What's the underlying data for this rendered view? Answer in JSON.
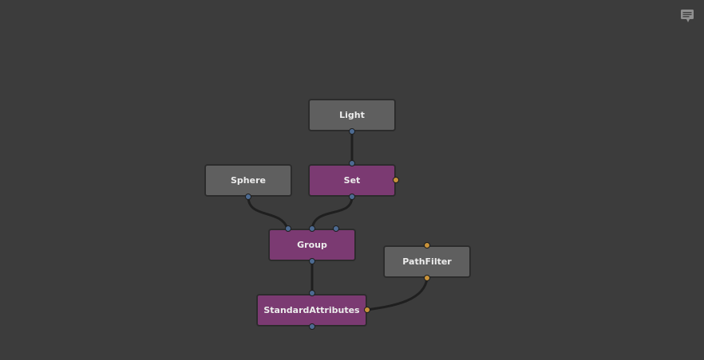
{
  "graph": {
    "nodes": {
      "light": {
        "label": "Light"
      },
      "sphere": {
        "label": "Sphere"
      },
      "set": {
        "label": "Set"
      },
      "group": {
        "label": "Group"
      },
      "pathfilter": {
        "label": "PathFilter"
      },
      "standardattributes": {
        "label": "StandardAttributes"
      }
    }
  },
  "icons": {
    "toolbar": "comment-icon"
  },
  "colors": {
    "background": "#3c3c3c",
    "node_gray": "#5f5f5f",
    "node_purple": "#7b3a72",
    "plug_scene": "#4d6b92",
    "plug_filter": "#c8923a",
    "wire": "#1f1f1f"
  }
}
